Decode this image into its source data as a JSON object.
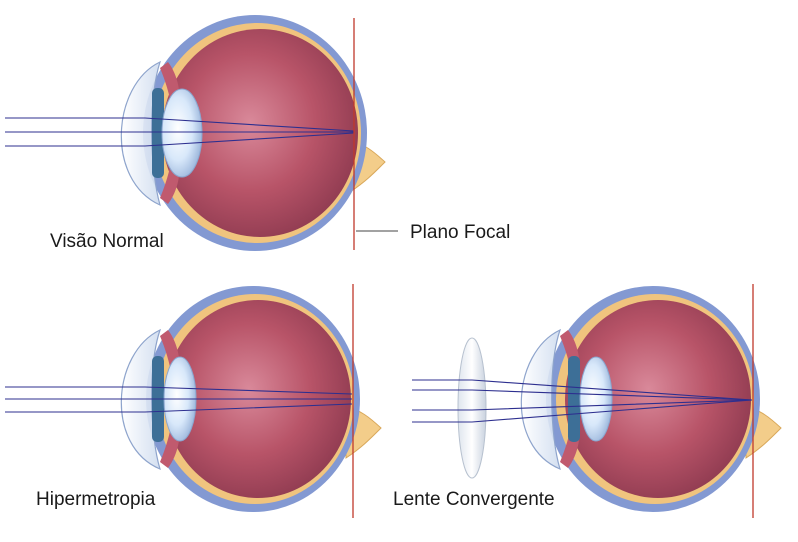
{
  "labels": {
    "normal": "Visão Normal",
    "focal_plane": "Plano Focal",
    "hyperopia": "Hipermetropia",
    "converging_lens": "Lente Convergente"
  },
  "colors": {
    "sclera_outer": "#7f95cf",
    "choroid": "#f2c784",
    "retina": "#9a4257",
    "vitreous": "#b55468",
    "vitreous_light": "#cf7184",
    "iris": "#3c6f96",
    "lens": "#dcebfb",
    "cornea": "#e8f0fa",
    "optic_nerve": "#f3cd8a",
    "ray": "#2d2f8f",
    "focal_line": "#c0392b"
  }
}
